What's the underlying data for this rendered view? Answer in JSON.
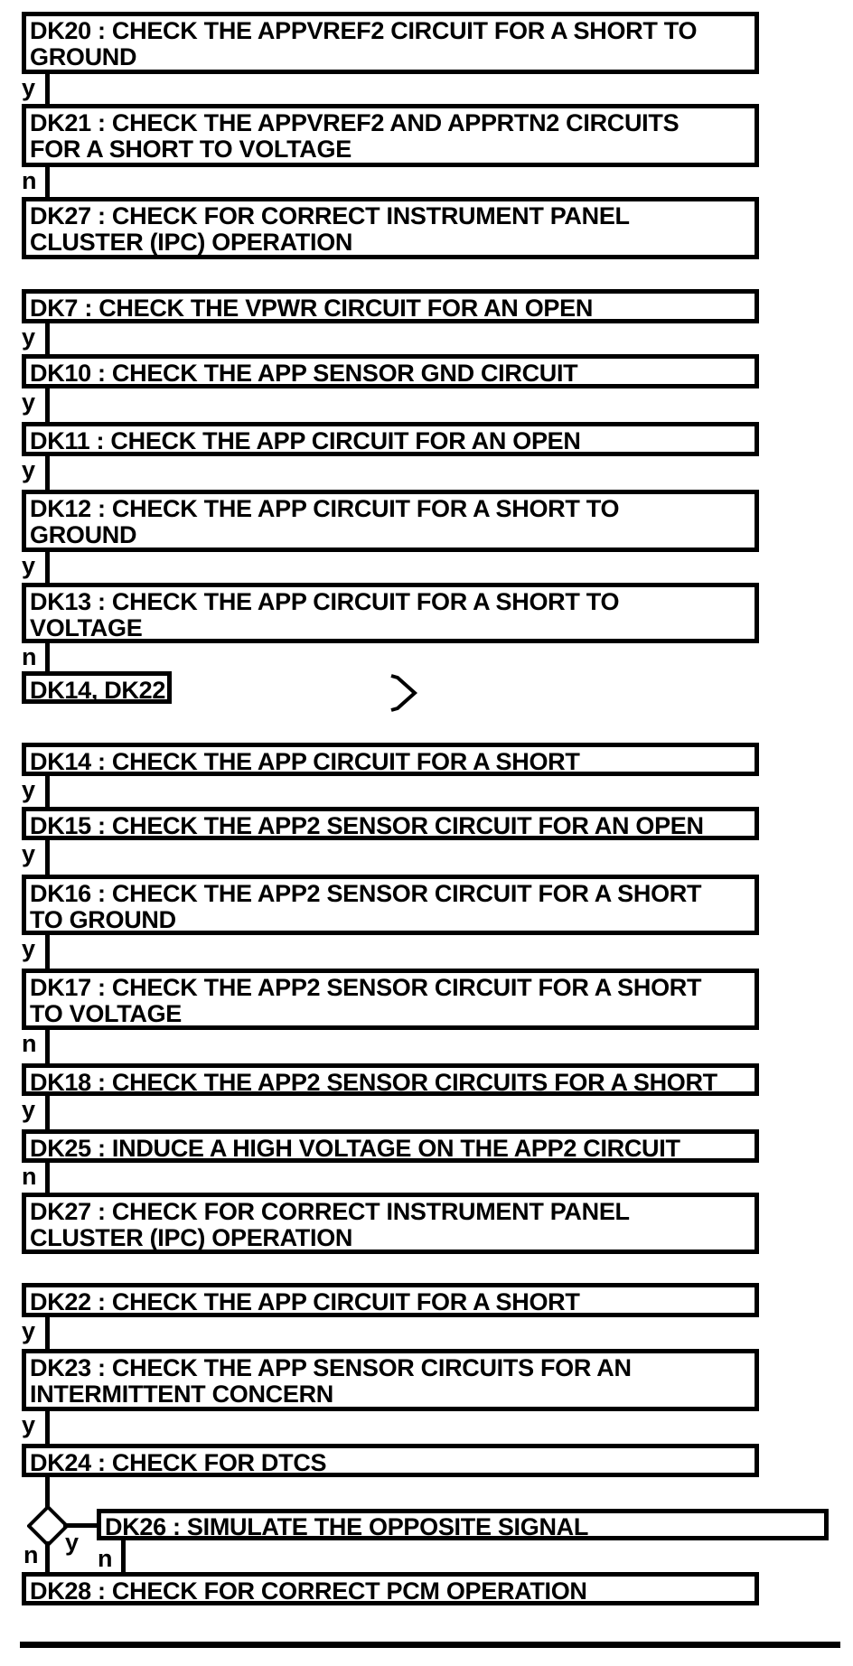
{
  "colors": {
    "ink": "#000000",
    "paper": "#ffffff"
  },
  "labels": {
    "yes": "y",
    "no": "n"
  },
  "icons": {
    "continuation": "chevron-right",
    "decision": "diamond"
  },
  "nodes": [
    {
      "id": "dk20",
      "lines": [
        "DK20 : CHECK THE APPVREF2 CIRCUIT FOR A SHORT TO",
        "GROUND"
      ]
    },
    {
      "id": "dk21",
      "lines": [
        "DK21 : CHECK THE APPVREF2 AND APPRTN2 CIRCUITS",
        "FOR A SHORT TO VOLTAGE"
      ]
    },
    {
      "id": "dk27-first",
      "lines": [
        "DK27 : CHECK FOR CORRECT INSTRUMENT PANEL",
        "CLUSTER (IPC) OPERATION"
      ]
    },
    {
      "id": "dk7",
      "lines": [
        "DK7 : CHECK THE VPWR CIRCUIT FOR AN OPEN"
      ]
    },
    {
      "id": "dk10",
      "lines": [
        "DK10 : CHECK THE APP SENSOR GND CIRCUIT"
      ]
    },
    {
      "id": "dk11",
      "lines": [
        "DK11 : CHECK THE APP CIRCUIT FOR AN OPEN"
      ]
    },
    {
      "id": "dk12",
      "lines": [
        "DK12 : CHECK THE APP CIRCUIT FOR A SHORT TO",
        "GROUND"
      ]
    },
    {
      "id": "dk13",
      "lines": [
        "DK13 : CHECK THE APP CIRCUIT FOR A SHORT TO",
        "VOLTAGE"
      ]
    },
    {
      "id": "dk14-dk22-ref",
      "lines": [
        "DK14, DK22"
      ]
    },
    {
      "id": "dk14",
      "lines": [
        "DK14 : CHECK THE APP CIRCUIT FOR A SHORT"
      ]
    },
    {
      "id": "dk15",
      "lines": [
        "DK15 : CHECK THE APP2 SENSOR CIRCUIT FOR AN OPEN"
      ]
    },
    {
      "id": "dk16",
      "lines": [
        "DK16 : CHECK THE APP2 SENSOR CIRCUIT FOR A SHORT",
        "TO GROUND"
      ]
    },
    {
      "id": "dk17",
      "lines": [
        "DK17 : CHECK THE APP2 SENSOR CIRCUIT FOR A SHORT",
        "TO VOLTAGE"
      ]
    },
    {
      "id": "dk18",
      "lines": [
        "DK18 : CHECK THE APP2 SENSOR CIRCUITS FOR A SHORT"
      ]
    },
    {
      "id": "dk25",
      "lines": [
        "DK25 : INDUCE A HIGH VOLTAGE ON THE APP2 CIRCUIT"
      ]
    },
    {
      "id": "dk27-second",
      "lines": [
        "DK27 : CHECK FOR CORRECT INSTRUMENT PANEL",
        "CLUSTER (IPC) OPERATION"
      ]
    },
    {
      "id": "dk22",
      "lines": [
        "DK22 : CHECK THE APP CIRCUIT FOR A SHORT"
      ]
    },
    {
      "id": "dk23",
      "lines": [
        "DK23 : CHECK THE APP SENSOR CIRCUITS FOR AN",
        "INTERMITTENT CONCERN"
      ]
    },
    {
      "id": "dk24",
      "lines": [
        "DK24 : CHECK FOR DTCS"
      ]
    },
    {
      "id": "dk26",
      "lines": [
        "DK26 : SIMULATE THE OPPOSITE SIGNAL"
      ]
    },
    {
      "id": "dk28",
      "lines": [
        "DK28 : CHECK FOR CORRECT PCM OPERATION"
      ]
    }
  ]
}
